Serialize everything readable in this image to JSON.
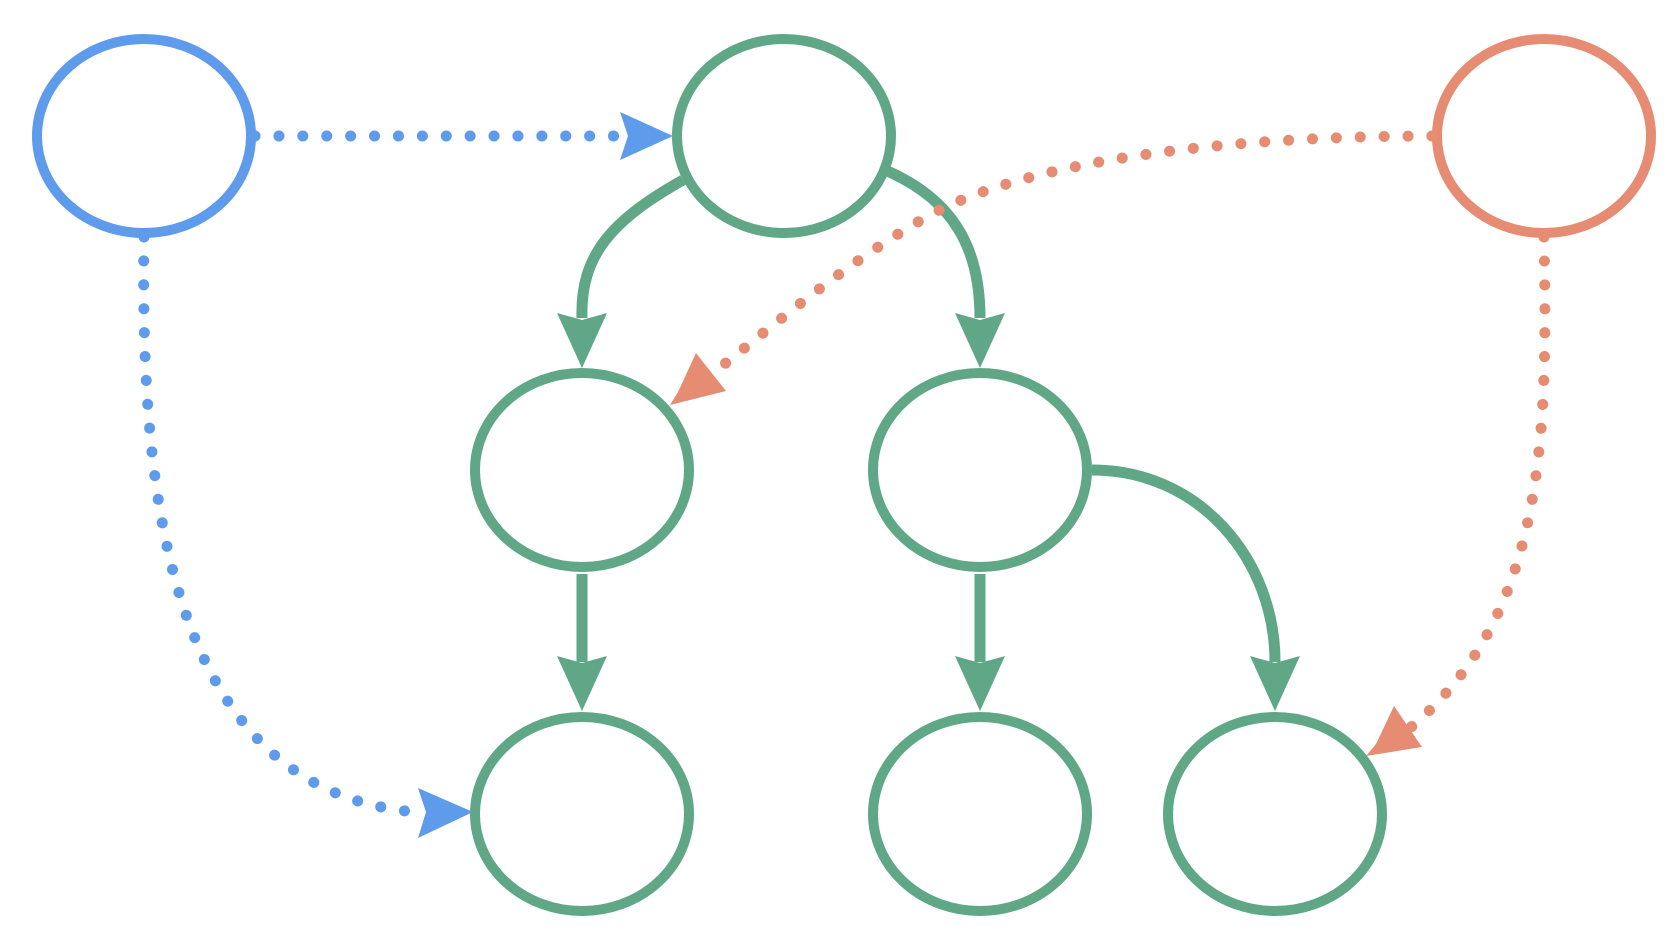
{
  "diagram": {
    "type": "directed-graph",
    "colors": {
      "blue": "#5e9bea",
      "green": "#5fa787",
      "salmon": "#e58c72"
    },
    "nodes": [
      {
        "id": "n1",
        "label": "",
        "color": "blue"
      },
      {
        "id": "n2",
        "label": "",
        "color": "green"
      },
      {
        "id": "n3",
        "label": "",
        "color": "salmon"
      },
      {
        "id": "n4",
        "label": "",
        "color": "green"
      },
      {
        "id": "n5",
        "label": "",
        "color": "green"
      },
      {
        "id": "n6",
        "label": "",
        "color": "green"
      },
      {
        "id": "n7",
        "label": "",
        "color": "green"
      },
      {
        "id": "n8",
        "label": "",
        "color": "green"
      }
    ],
    "edges": [
      {
        "id": "e1",
        "from": "n1",
        "to": "n2",
        "style": "dotted",
        "color": "blue"
      },
      {
        "id": "e2",
        "from": "n1",
        "to": "n6",
        "style": "dotted",
        "color": "blue"
      },
      {
        "id": "e3",
        "from": "n2",
        "to": "n4",
        "style": "solid",
        "color": "green"
      },
      {
        "id": "e4",
        "from": "n2",
        "to": "n5",
        "style": "solid",
        "color": "green"
      },
      {
        "id": "e5",
        "from": "n3",
        "to": "n4",
        "style": "dotted",
        "color": "salmon"
      },
      {
        "id": "e6",
        "from": "n3",
        "to": "n8",
        "style": "dotted",
        "color": "salmon"
      },
      {
        "id": "e7",
        "from": "n4",
        "to": "n6",
        "style": "solid",
        "color": "green"
      },
      {
        "id": "e8",
        "from": "n5",
        "to": "n7",
        "style": "solid",
        "color": "green"
      },
      {
        "id": "e9",
        "from": "n5",
        "to": "n8",
        "style": "solid",
        "color": "green"
      }
    ]
  }
}
